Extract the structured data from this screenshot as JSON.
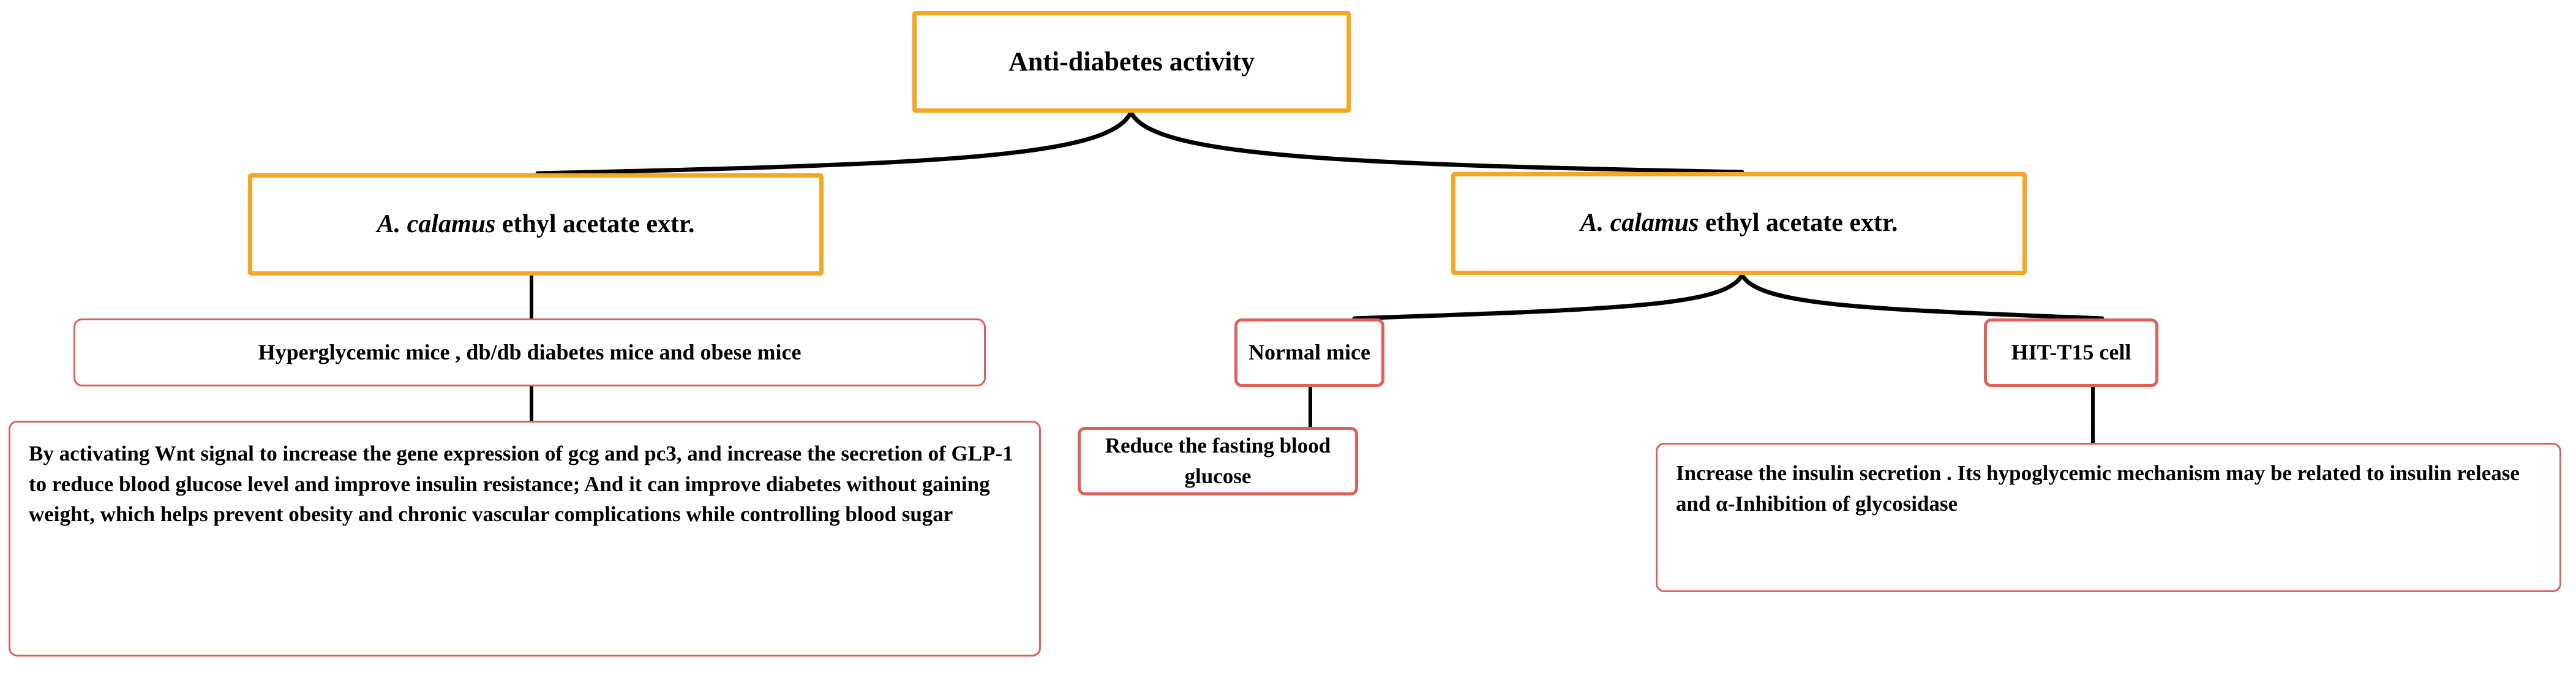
{
  "diagram": {
    "title": "Anti-diabetes activity",
    "root": {
      "label": "Anti-diabetes activity"
    },
    "branches": [
      {
        "id": "left-extract",
        "species": "A. calamus",
        "rest": " ethyl acetate extr.",
        "model": "Hyperglycemic mice , db/db diabetes mice and obese mice",
        "result": "By activating Wnt signal to increase the gene expression of gcg and pc3, and increase the secretion of GLP-1 to reduce blood glucose level and improve insulin resistance; And it can improve diabetes without gaining weight,  which helps prevent obesity and chronic vascular complications while controlling blood sugar"
      },
      {
        "id": "right-extract",
        "species": "A. calamus",
        "rest": " ethyl acetate extr.",
        "children": [
          {
            "model": "Normal mice",
            "result": "Reduce the fasting blood glucose"
          },
          {
            "model": "HIT-T15 cell",
            "result": "Increase the insulin secretion . Its hypoglycemic mechanism may be related to insulin release and α-Inhibition of glycosidase"
          }
        ]
      }
    ],
    "colors": {
      "root_border": "#f5a623",
      "branch_border": "#f5a623",
      "node_border": "#dd6157",
      "connector": "#000000",
      "text": "#000000",
      "background": "#ffffff"
    }
  }
}
